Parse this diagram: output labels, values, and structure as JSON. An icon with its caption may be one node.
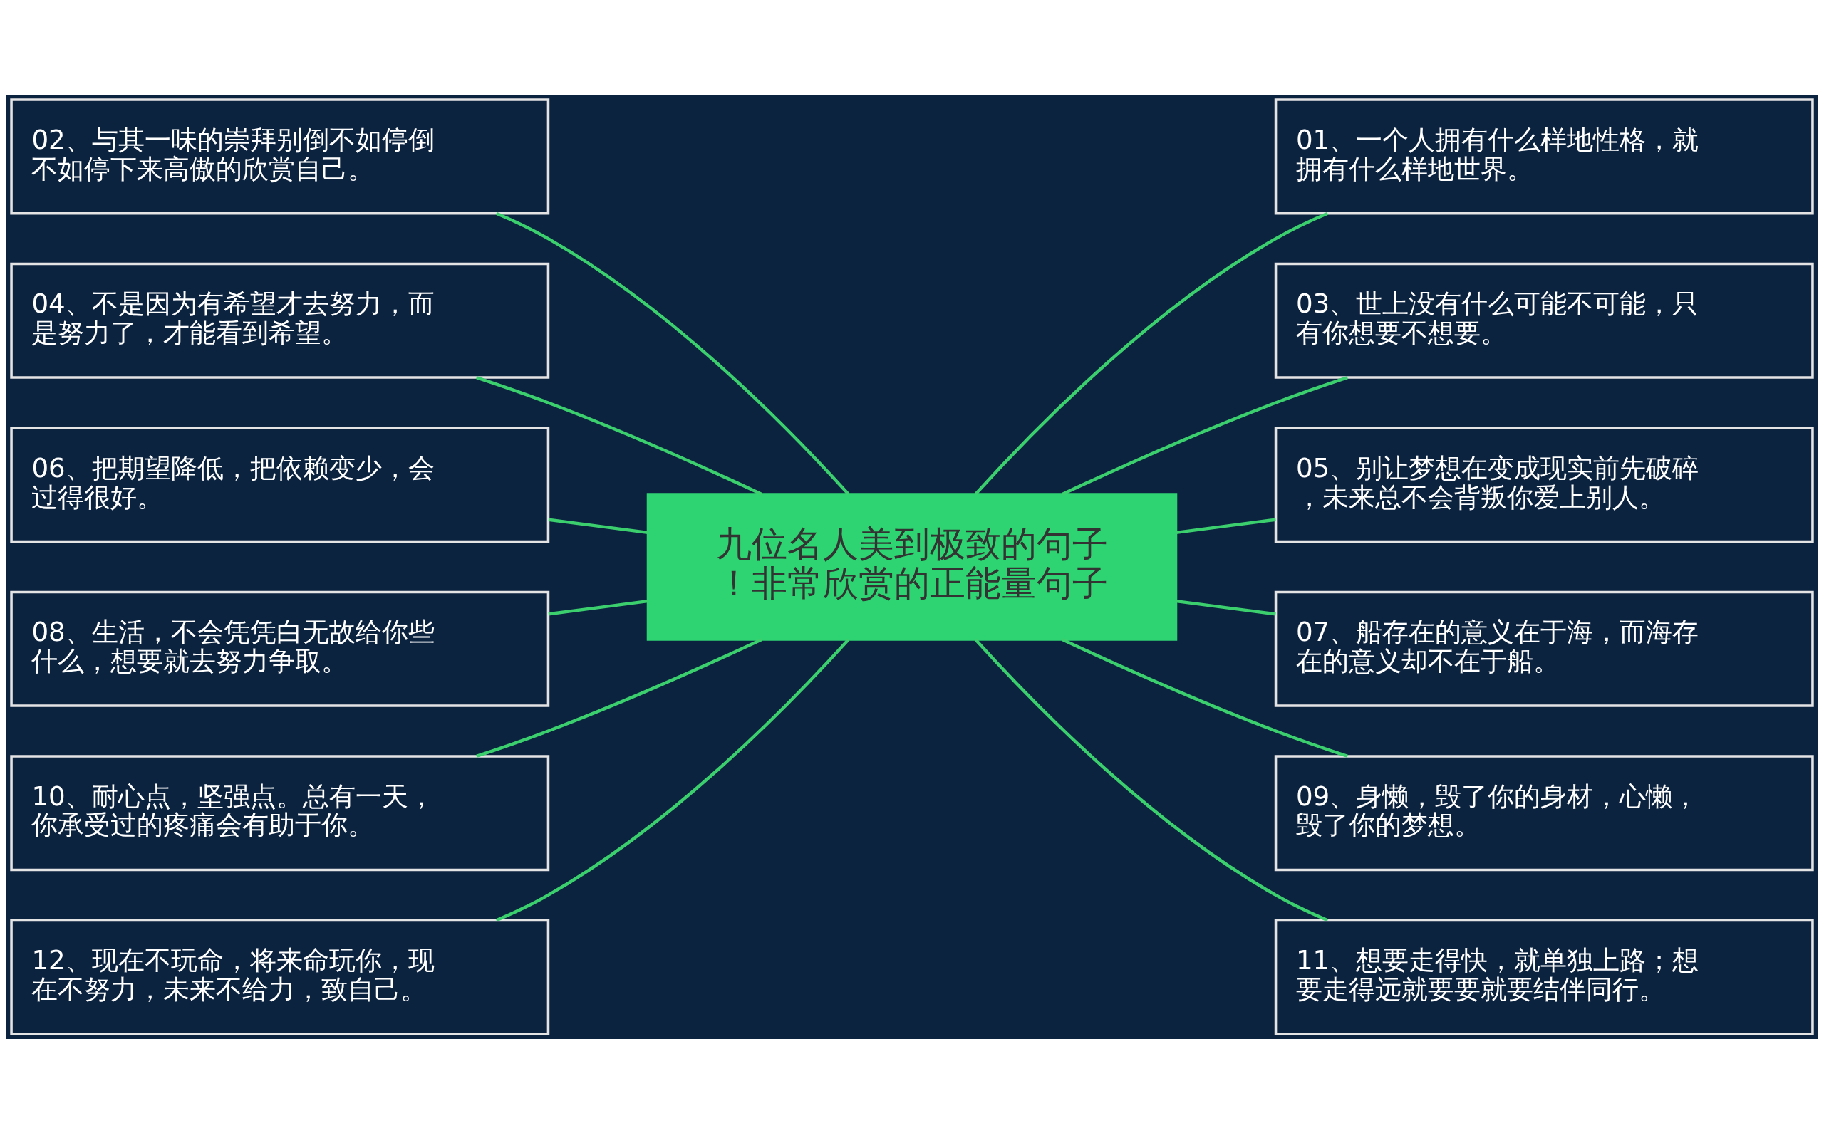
{
  "diagram": {
    "nodes": [
      {
        "text": [
          "九位名人美到极致的句子！非常欣赏的正能量句子"
        ]
      },
      {
        "text": [
          "01、一个人拥有什么样地性格，就拥有什么样地世界。"
        ]
      },
      {
        "text": [
          "02、与其一味的崇拜别倒不如停倒不如停下来高傲的欣赏自己。"
        ]
      },
      {
        "text": [
          "03、世上没有什么可能不可能，只有你想要不想要。"
        ]
      },
      {
        "text": [
          "04、不是因为有希望才去努力，而是努力了，才能看到希望。"
        ]
      },
      {
        "text": [
          "05、别让梦想在变成现实前先破碎，未来总不会背叛你爱上别人。"
        ]
      },
      {
        "text": [
          "06、把期望降低，把依赖变少，会过得很好。"
        ]
      },
      {
        "text": [
          "07、船存在的意义在于海，而海存在的意义却不在于船。"
        ]
      },
      {
        "text": [
          "08、生活，不会凭凭白无故给你些什么，想要就去努力争取。"
        ]
      },
      {
        "text": [
          "09、身懒，毁了你的身材，心懒，毁了你的梦想。"
        ]
      },
      {
        "text": [
          "10、耐心点，坚强点。总有一天，你承受过的疼痛会有助于你。"
        ]
      },
      {
        "text": [
          "11、想要走得快，就单独上路；想要走得远就要要就要结伴同行。"
        ]
      },
      {
        "text": [
          "12、现在不玩命，将来命玩你，现在不努力，未来不给力，致自己。"
        ]
      }
    ],
    "edges": [
      {
        "from": 0,
        "to": 1,
        "arrow": "none"
      },
      {
        "from": 2,
        "to": 0,
        "arrow": "none"
      },
      {
        "from": 0,
        "to": 3,
        "arrow": "none"
      },
      {
        "from": 4,
        "to": 0,
        "arrow": "none"
      },
      {
        "from": 0,
        "to": 5,
        "arrow": "none"
      },
      {
        "from": 6,
        "to": 0,
        "arrow": "none"
      },
      {
        "from": 0,
        "to": 7,
        "arrow": "none"
      },
      {
        "from": 8,
        "to": 0,
        "arrow": "none"
      },
      {
        "from": 0,
        "to": 9,
        "arrow": "none"
      },
      {
        "from": 10,
        "to": 0,
        "arrow": "none"
      },
      {
        "from": 0,
        "to": 11,
        "arrow": "none"
      },
      {
        "from": 12,
        "to": 0,
        "arrow": "none"
      }
    ]
  }
}
